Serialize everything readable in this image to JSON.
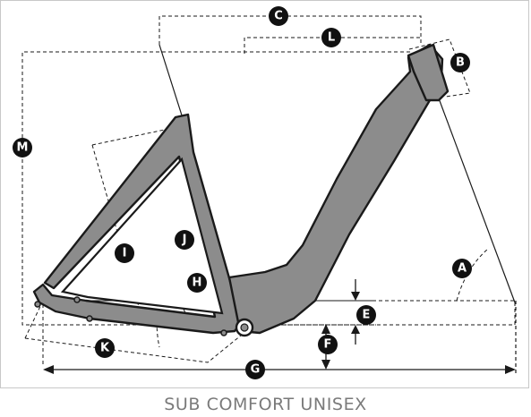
{
  "caption": "SUB COMFORT UNISEX",
  "labels": {
    "A": "A",
    "B": "B",
    "C": "C",
    "E": "E",
    "F": "F",
    "G": "G",
    "H": "H",
    "I": "I",
    "J": "J",
    "K": "K",
    "L": "L",
    "M": "M"
  },
  "colors": {
    "frame": "#8c8c8c",
    "outline": "#1a1a1a",
    "badge": "#111111",
    "caption": "#7a7a7a"
  }
}
